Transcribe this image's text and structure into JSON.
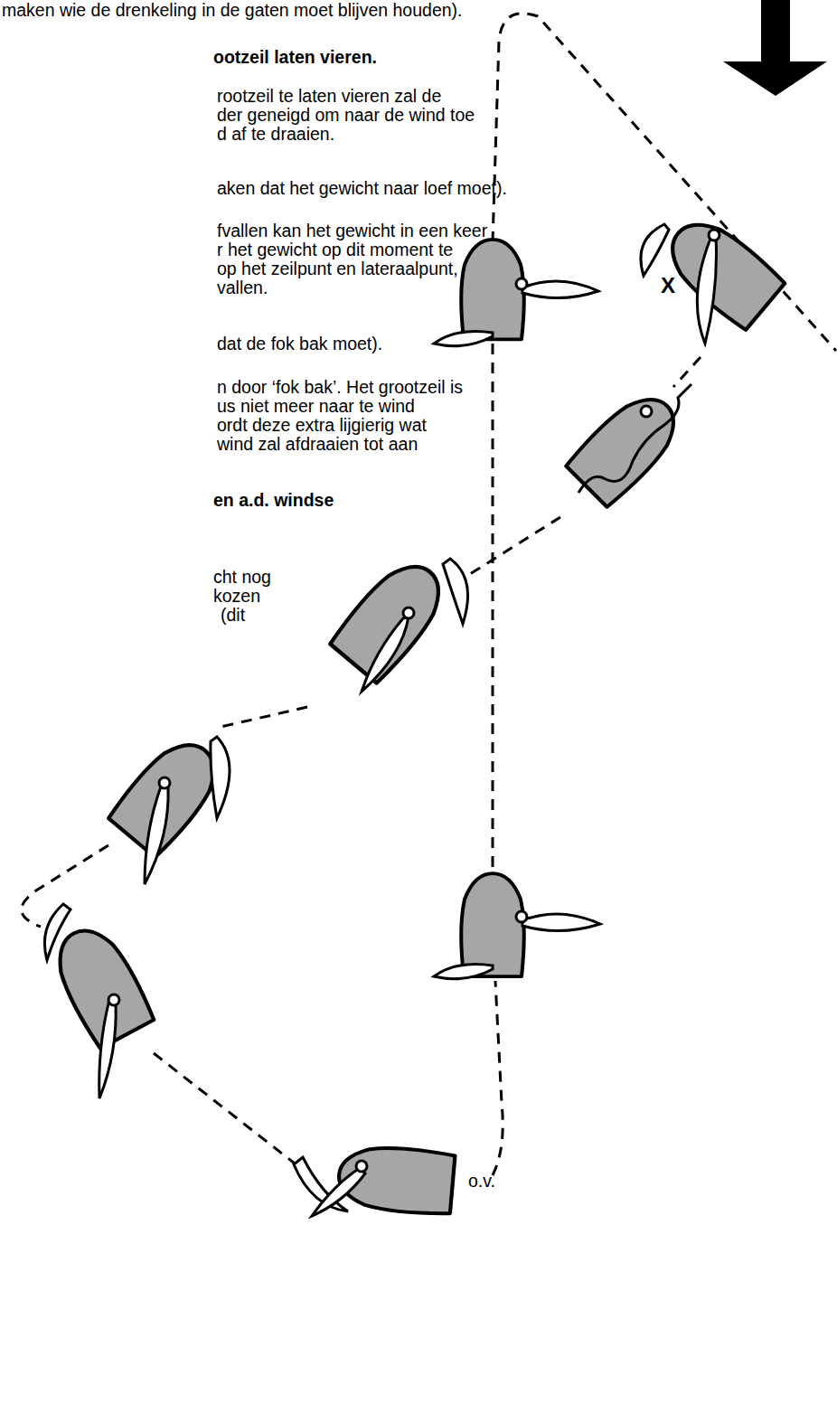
{
  "diagram": {
    "labels": [
      "maken wie de drenkeling in de gaten moet blijven houden).",
      "ootzeil laten vieren.",
      "rootzeil te laten vieren zal de",
      "der geneigd om naar de wind toe",
      "d af te draaien.",
      "aken dat het gewicht naar loef moet).",
      "fvallen kan het gewicht in een keer",
      "r het gewicht op dit moment te",
      "op het zeilpunt en lateraalpunt,",
      "vallen.",
      "dat de fok bak moet).",
      "n door ‘fok bak’. Het grootzeil is",
      "us niet meer naar te wind",
      "ordt deze extra lijgierig wat",
      "wind zal afdraaien tot aan",
      "en a.d. windse",
      "cht nog",
      "kozen",
      "(dit",
      "o.v.",
      "X"
    ]
  }
}
